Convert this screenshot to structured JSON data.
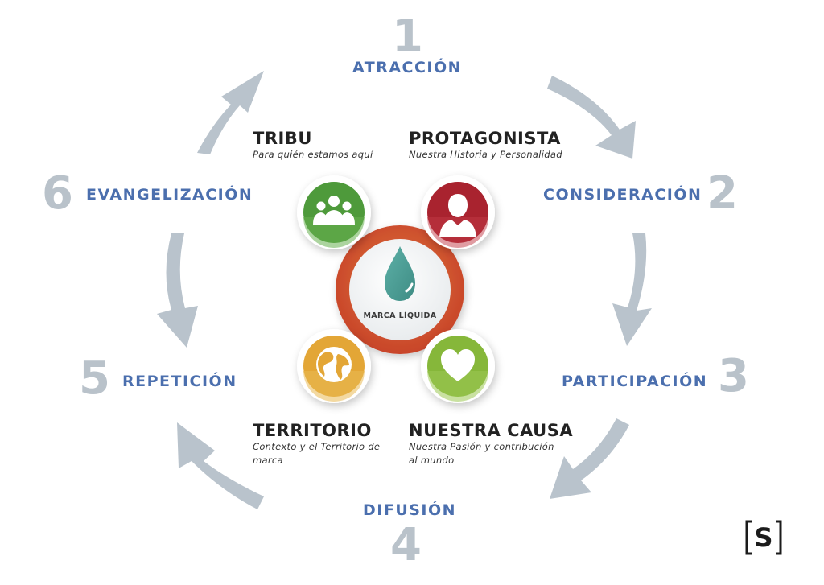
{
  "stages": [
    {
      "number": "1",
      "label": "ATRACCIÓN"
    },
    {
      "number": "2",
      "label": "CONSIDERACIÓN"
    },
    {
      "number": "3",
      "label": "PARTICIPACIÓN"
    },
    {
      "number": "4",
      "label": "DIFUSIÓN"
    },
    {
      "number": "5",
      "label": "REPETICIÓN"
    },
    {
      "number": "6",
      "label": "EVANGELIZACIÓN"
    }
  ],
  "pillars": {
    "tribu": {
      "title": "TRIBU",
      "desc": "Para quién estamos aquí",
      "color": "#4e9a3b",
      "icon": "group-icon"
    },
    "protagonista": {
      "title": "PROTAGONISTA",
      "desc": "Nuestra Historia y Personalidad",
      "color": "#a9232f",
      "icon": "person-icon"
    },
    "territorio": {
      "title": "TERRITORIO",
      "desc": "Contexto y el Territorio de marca",
      "color": "#e3a636",
      "icon": "globe-icon"
    },
    "causa": {
      "title": "NUESTRA CAUSA",
      "desc": "Nuestra Pasión y contribución al mundo",
      "color": "#86b73a",
      "icon": "heart-icon"
    }
  },
  "center": {
    "label": "MARCA LÍQUIDA",
    "icon": "drop-icon",
    "ring_color": "#d55a2a",
    "drop_color": "#4a9a92"
  },
  "colors": {
    "stage_label": "#4b6fae",
    "number": "#b9c2ca",
    "arrow": "#b9c3cc"
  },
  "logo": {
    "letter": "S"
  }
}
